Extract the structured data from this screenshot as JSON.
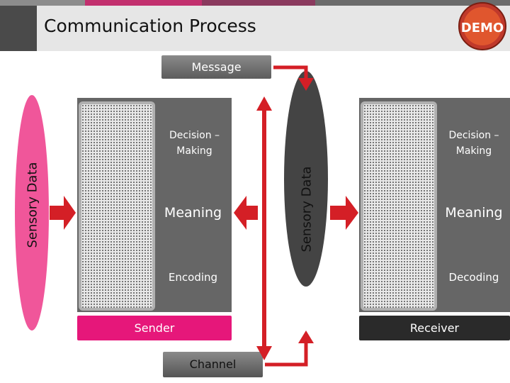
{
  "title": "Communication Process",
  "badge": "DEMO",
  "message_label": "Message",
  "left_oval_label": "Sensory Data",
  "center_oval_label": "Sensory Data",
  "sender_panel": {
    "top_text": "Decision –\nMaking",
    "middle_text": "Meaning",
    "bottom_text": "Encoding",
    "footer": "Sender"
  },
  "receiver_panel": {
    "top_text": "Decision –\nMaking",
    "middle_text": "Meaning",
    "bottom_text": "Decoding",
    "footer": "Receiver"
  },
  "channel_label": "Channel",
  "colors": {
    "accent_red": "#d41f26",
    "pink": "#f0569a",
    "magenta": "#e6177a",
    "dark_gray": "#444444",
    "panel_gray": "#666666",
    "header_bg": "#e6e6e6"
  }
}
